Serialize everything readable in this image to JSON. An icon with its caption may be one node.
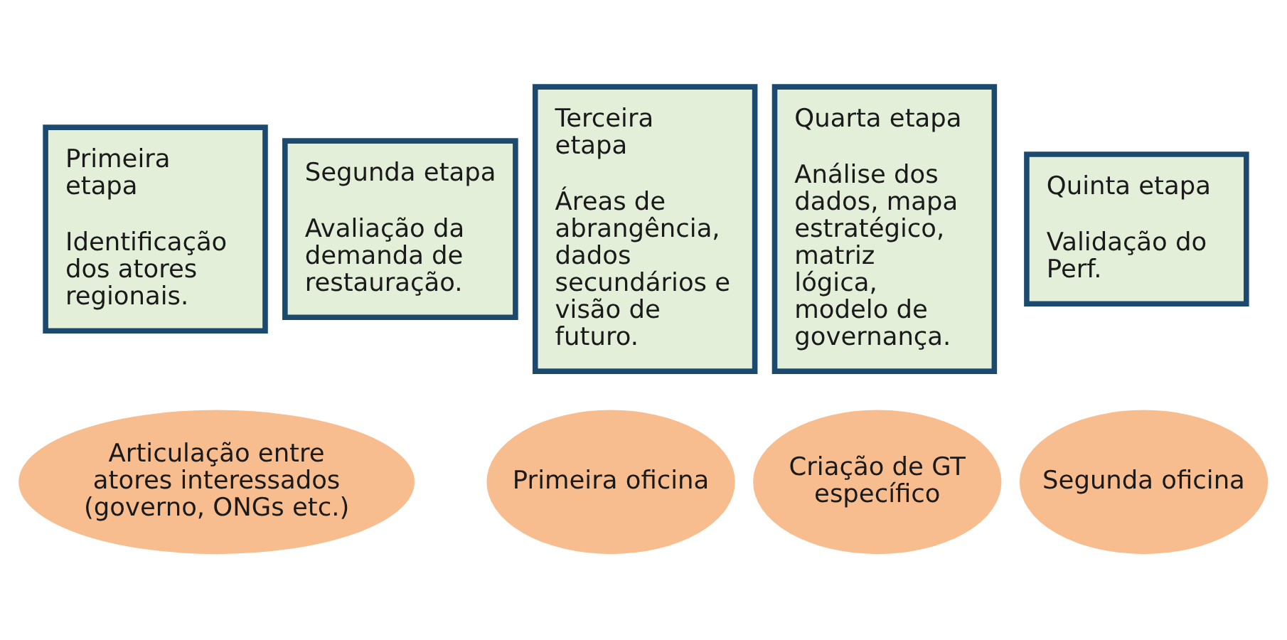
{
  "diagram": {
    "nodes": [
      {
        "text": [
          "Primeira etapa",
          "Identificação dos atores regionais."
        ]
      },
      {
        "text": [
          "Segunda etapa",
          "Avaliação da demanda de restauração."
        ]
      },
      {
        "text": [
          "Terceira etapa",
          "Áreas de abrangência, dados secundários e visão de futuro."
        ]
      },
      {
        "text": [
          "Quarta etapa",
          "Análise dos dados, mapa estratégico, matriz lógica, modelo de governança."
        ]
      },
      {
        "text": [
          "Quinta etapa",
          "Validação do Perf."
        ]
      },
      {
        "text": [
          "Articulação entre atores interessados (governo, ONGs etc.)"
        ]
      },
      {
        "text": [
          "Primeira oficina"
        ]
      },
      {
        "text": [
          "Criação de GT específico"
        ]
      },
      {
        "text": [
          "Segunda oficina"
        ]
      }
    ],
    "edges": []
  }
}
